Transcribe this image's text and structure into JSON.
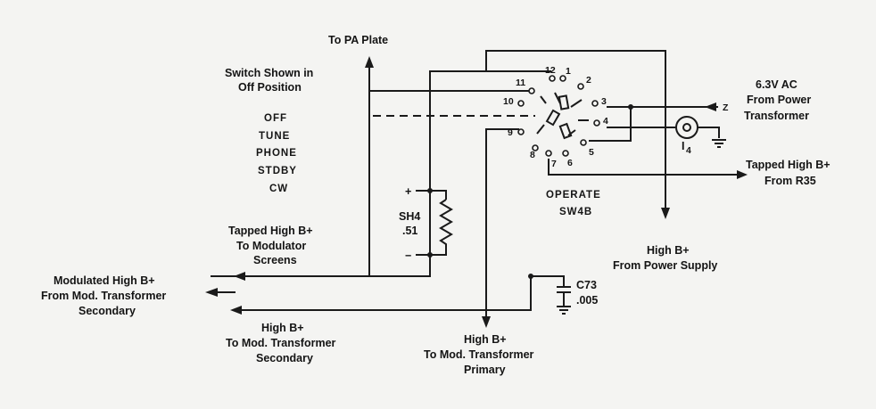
{
  "labels": {
    "to_pa_plate": "To PA Plate",
    "switch_shown_1": "Switch Shown in",
    "switch_shown_2": "Off Position",
    "pos_off": "OFF",
    "pos_tune": "TUNE",
    "pos_phone": "PHONE",
    "pos_stdby": "STDBY",
    "pos_cw": "CW",
    "ac_1": "6.3V AC",
    "ac_2": "From Power",
    "ac_3": "Transformer",
    "z": "Z",
    "lamp": "I",
    "lamp_sub": "4",
    "tapped_r35_1": "Tapped High B+",
    "tapped_r35_2": "From R35",
    "operate": "OPERATE",
    "sw4b": "SW4B",
    "plus": "+",
    "minus": "−",
    "sh4": "SH4",
    "sh4_val": ".51",
    "tapped_mod_1": "Tapped High B+",
    "tapped_mod_2": "To Modulator",
    "tapped_mod_3": "Screens",
    "mod_in_1": "Modulated High B+",
    "mod_in_2": "From Mod. Transformer",
    "mod_in_3": "Secondary",
    "hb_supply_1": "High B+",
    "hb_supply_2": "From Power Supply",
    "c73": "C73",
    "c73_val": ".005",
    "hb_sec_1": "High B+",
    "hb_sec_2": "To Mod. Transformer",
    "hb_sec_3": "Secondary",
    "hb_pri_1": "High B+",
    "hb_pri_2": "To Mod. Transformer",
    "hb_pri_3": "Primary"
  },
  "switch_terminals": [
    "1",
    "2",
    "3",
    "4",
    "5",
    "6",
    "7",
    "8",
    "9",
    "10",
    "11",
    "12"
  ]
}
